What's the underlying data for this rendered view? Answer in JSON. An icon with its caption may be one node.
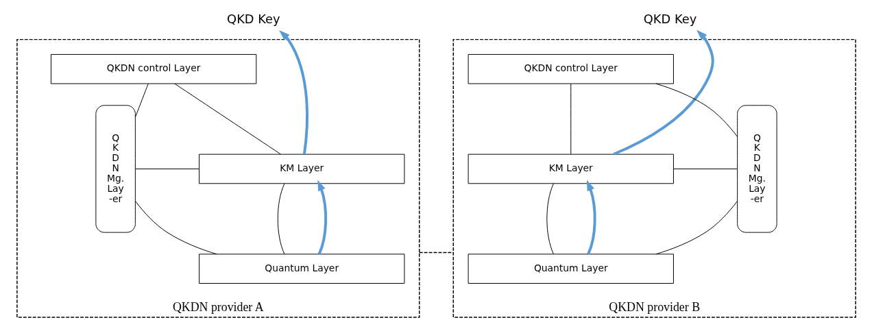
{
  "diagram": {
    "nodes": [
      {
        "text": [
          "QKDN provider A"
        ]
      },
      {
        "text": [
          "Q K D N Mg. Lay -er"
        ],
        "in": 0
      },
      {
        "text": [
          "QKDN control Layer"
        ],
        "in": 0
      },
      {
        "text": [
          "KM Layer"
        ],
        "in": 0
      },
      {
        "text": [
          "Quantum Layer"
        ],
        "in": 0
      },
      {
        "text": [
          "QKD Key"
        ]
      },
      {
        "text": [
          "QKDN provider B"
        ]
      },
      {
        "text": [
          "QKDN control Layer"
        ],
        "in": 6
      },
      {
        "text": [
          "KM Layer"
        ],
        "in": 6
      },
      {
        "text": [
          "Quantum Layer"
        ],
        "in": 6
      },
      {
        "text": [
          "Q K D N Mg. Lay -er"
        ],
        "in": 6
      },
      {
        "text": [
          "QKD Key"
        ]
      }
    ],
    "edges": [
      {
        "from": 1,
        "to": 2,
        "arrow": "none"
      },
      {
        "from": 1,
        "to": 3,
        "arrow": "none"
      },
      {
        "from": 1,
        "to": 4,
        "arrow": "none"
      },
      {
        "from": 3,
        "to": 2,
        "arrow": "none"
      },
      {
        "from": 4,
        "to": 3,
        "arrow": "none"
      },
      {
        "from": 4,
        "to": 3,
        "arrow": "to",
        "style": "thick",
        "color": "#5b9bd5"
      },
      {
        "from": 3,
        "to": 5,
        "arrow": "to",
        "style": "thick",
        "color": "#5b9bd5"
      },
      {
        "from": 0,
        "to": 6,
        "arrow": "none",
        "style": "dashed"
      },
      {
        "from": 8,
        "to": 7,
        "arrow": "none"
      },
      {
        "from": 9,
        "to": 8,
        "arrow": "none"
      },
      {
        "from": 9,
        "to": 8,
        "arrow": "to",
        "style": "thick",
        "color": "#5b9bd5"
      },
      {
        "from": 8,
        "to": 11,
        "arrow": "to",
        "style": "thick",
        "color": "#5b9bd5"
      },
      {
        "from": 10,
        "to": 7,
        "arrow": "none"
      },
      {
        "from": 10,
        "to": 8,
        "arrow": "none"
      },
      {
        "from": 10,
        "to": 9,
        "arrow": "none"
      }
    ]
  }
}
